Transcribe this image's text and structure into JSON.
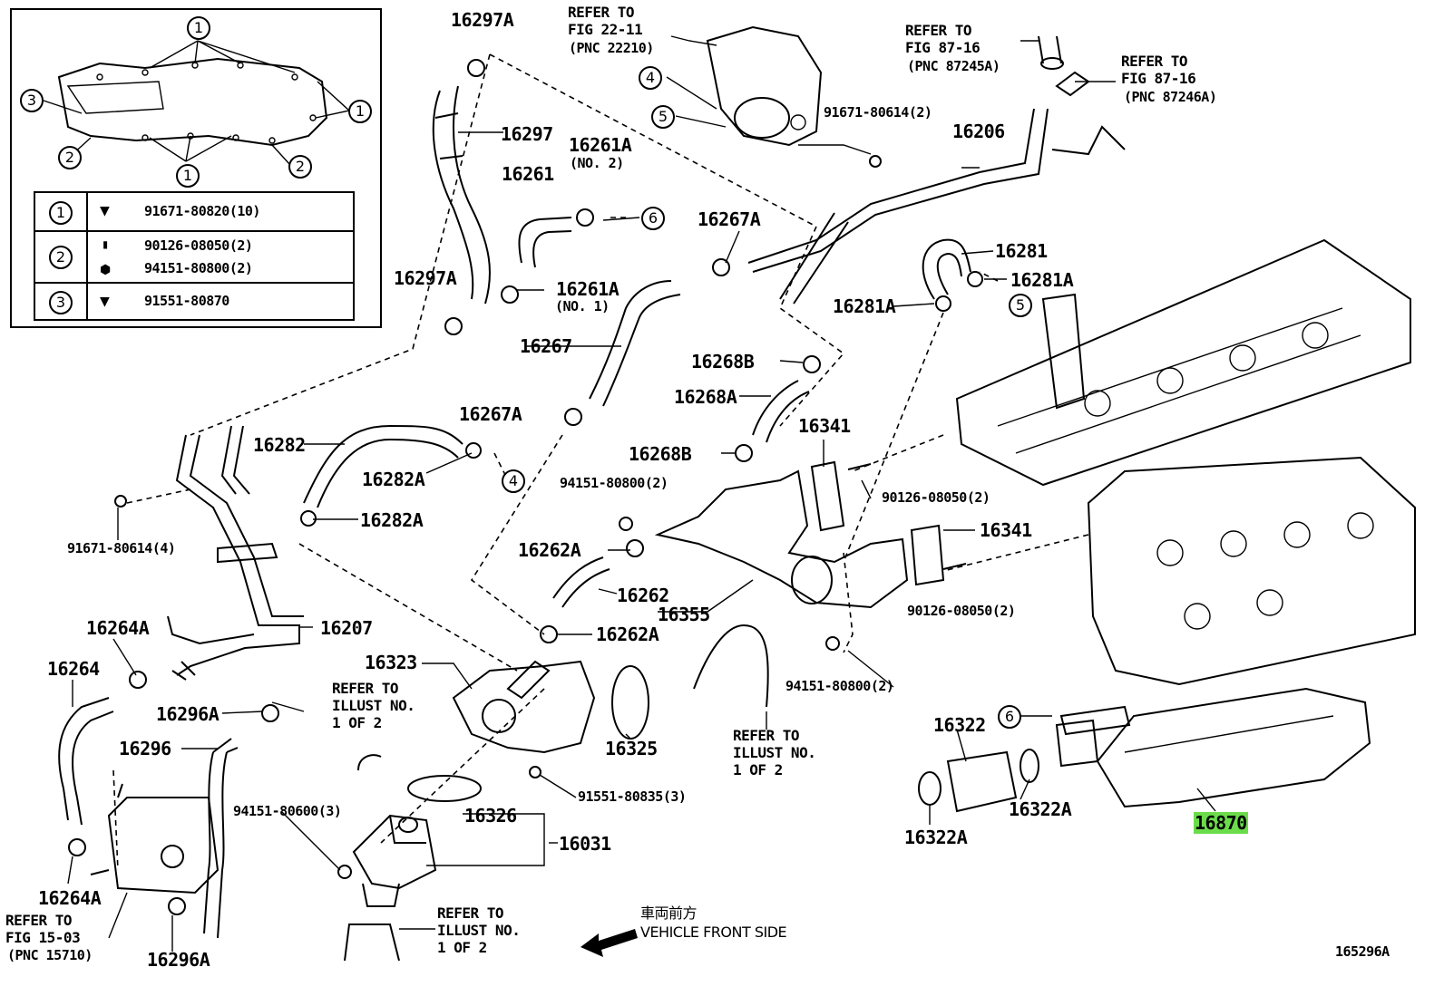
{
  "diagram_id": "165296A",
  "highlight_part": "16870",
  "inset_legend": [
    {
      "key": "1",
      "items": [
        "91671-80820(10)"
      ]
    },
    {
      "key": "2",
      "items": [
        "90126-08050(2)",
        "94151-80800(2)"
      ]
    },
    {
      "key": "3",
      "items": [
        "91551-80870"
      ]
    }
  ],
  "inset_callouts": [
    "1",
    "1",
    "1",
    "2",
    "2",
    "3"
  ],
  "labels": {
    "p16297A_top": "16297A",
    "p16297": "16297",
    "p16297A_left": "16297A",
    "p16261": "16261",
    "p16261A_no2": "16261A",
    "p16261A_no2_sub": "(NO. 2)",
    "p16261A_no1": "16261A",
    "p16261A_no1_sub": "(NO. 1)",
    "p16267": "16267",
    "p16267A_top": "16267A",
    "p16267A_mid": "16267A",
    "p16206": "16206",
    "p91671_80614_2": "91671-80614(2)",
    "p16281": "16281",
    "p16281A_right": "16281A",
    "p16281A_left": "16281A",
    "p16268B_top": "16268B",
    "p16268A": "16268A",
    "p16268B_bot": "16268B",
    "p16341_top": "16341",
    "p16341_bot": "16341",
    "p90126_1": "90126-08050(2)",
    "p90126_2": "90126-08050(2)",
    "p94151_80800_a": "94151-80800(2)",
    "p94151_80800_b": "94151-80800(2)",
    "p16262A_top": "16262A",
    "p16262": "16262",
    "p16262A_bot": "16262A",
    "p16355": "16355",
    "p16282": "16282",
    "p16282A_a": "16282A",
    "p16282A_b": "16282A",
    "p91671_80614_4": "91671-80614(4)",
    "p16207": "16207",
    "p16264A_top": "16264A",
    "p16264": "16264",
    "p16296A_mid": "16296A",
    "p16296": "16296",
    "p16264A_bot": "16264A",
    "p16296A_bot": "16296A",
    "p16323": "16323",
    "p16325": "16325",
    "p91551_80835": "91551-80835(3)",
    "p94151_80600": "94151-80600(3)",
    "p16326": "16326",
    "p16031": "16031",
    "p16322": "16322",
    "p16322A_a": "16322A",
    "p16322A_b": "16322A",
    "p16870": "16870"
  },
  "refer_notes": {
    "fig22": "REFER TO\nFIG 22-11",
    "fig22_pnc": "(PNC 22210)",
    "fig87a": "REFER TO\nFIG 87-16",
    "fig87a_pnc": "(PNC 87245A)",
    "fig87b": "REFER TO\nFIG 87-16",
    "fig87b_pnc": "(PNC 87246A)",
    "illust_a": "REFER TO\nILLUST NO.\n1 OF 2",
    "illust_b": "REFER TO\nILLUST NO.\n1 OF 2",
    "illust_c": "REFER TO\nILLUST NO.\n1 OF 2",
    "fig15": "REFER TO\nFIG 15-03",
    "fig15_pnc": "(PNC 15710)"
  },
  "circled_refs": {
    "c4a": "4",
    "c5a": "5",
    "c6a": "6",
    "c4b": "4",
    "c5b": "5",
    "c6b": "6"
  },
  "front_side": {
    "jp": "車両前方",
    "en": "VEHICLE FRONT SIDE"
  }
}
